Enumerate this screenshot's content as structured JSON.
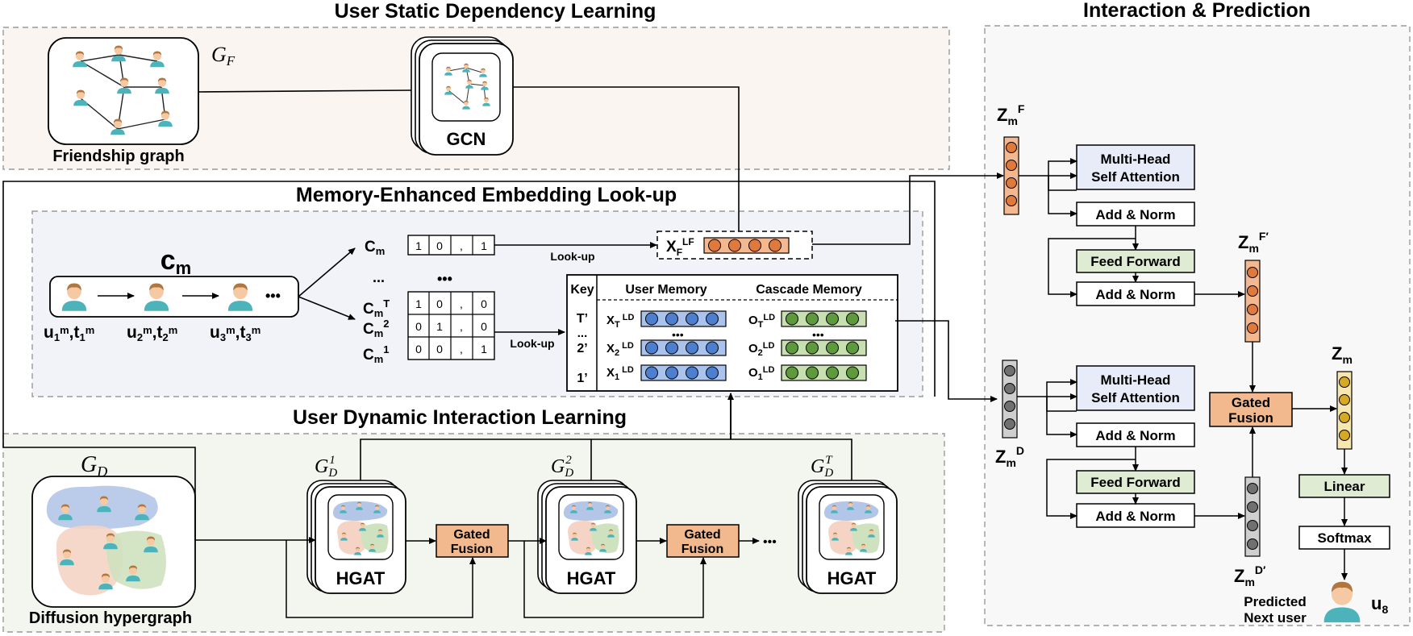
{
  "sections": {
    "static": "User Static Dependency Learning",
    "memory": "Memory-Enhanced Embedding Look-up",
    "dynamic": "User Dynamic Interaction Learning",
    "interaction": "Interaction & Prediction"
  },
  "static_part": {
    "graph_symbol": "G",
    "graph_sub": "F",
    "friendship_label": "Friendship graph",
    "gcn_label": "GCN"
  },
  "memory_part": {
    "cascade_label": "c",
    "cascade_sub": "m",
    "seq_users": [
      {
        "u": "u",
        "usup": "1",
        "usub": "m",
        "t": "t",
        "tsup": "1",
        "tsub": "m"
      },
      {
        "u": "u",
        "usup": "2",
        "usub": "m",
        "t": "t",
        "tsup": "2",
        "tsub": "m"
      },
      {
        "u": "u",
        "usup": "3",
        "usub": "m",
        "t": "t",
        "tsup": "3",
        "tsub": "m"
      }
    ],
    "ellipsis": "•••",
    "dots": "...",
    "dots_row": "•••",
    "c_label": "C",
    "c_sub": "m",
    "c_rows": [
      {
        "sup": "T",
        "cells": [
          "1",
          "0",
          ",",
          "0"
        ]
      },
      {
        "sup": "2",
        "cells": [
          "0",
          "1",
          ",",
          "0"
        ]
      },
      {
        "sup": "1",
        "cells": [
          "0",
          "0",
          ",",
          "1"
        ]
      }
    ],
    "c_top_cells": [
      "1",
      "0",
      ",",
      "1"
    ],
    "lookup": "Look-up",
    "xf_label": "X",
    "xf_sub": "F",
    "xf_sup": "LF",
    "key_header": "Key",
    "user_mem_header": "User Memory",
    "cascade_mem_header": "Cascade Memory",
    "keys": [
      "T’",
      "2’",
      "1’"
    ],
    "key_dots": "...",
    "x_rows": [
      {
        "sub": "T",
        "sup": "LD"
      },
      {
        "sub": "2",
        "sup": "LD"
      },
      {
        "sub": "1",
        "sup": "LD"
      }
    ],
    "o_rows": [
      {
        "sub": "T",
        "sup": "LD"
      },
      {
        "sub": "2",
        "sup": "LD"
      },
      {
        "sub": "1",
        "sup": "LD"
      }
    ],
    "x_label": "X",
    "o_label": "O",
    "mem_dots": "•••"
  },
  "dynamic_part": {
    "graph_symbol": "G",
    "graph_sub": "D",
    "hypergraph_label": "Diffusion hypergraph",
    "hgat_label": "HGAT",
    "hgat_sups": [
      "1",
      "2",
      "T"
    ],
    "gated_fusion_1": "Gated",
    "gated_fusion_2": "Fusion",
    "ellipsis": "•••"
  },
  "interaction_part": {
    "z_label": "Z",
    "z_sub": "m",
    "zf_sup": "F",
    "zfp_sup": "F′",
    "zd_sup": "D",
    "zdp_sup": "D′",
    "mhsa_1": "Multi-Head",
    "mhsa_2": "Self Attention",
    "add_norm": "Add & Norm",
    "feed_forward": "Feed Forward",
    "gated_1": "Gated",
    "gated_2": "Fusion",
    "linear": "Linear",
    "softmax": "Softmax",
    "predicted_1": "Predicted",
    "predicted_2": "Next user",
    "pred_user": "u",
    "pred_user_sub": "8"
  },
  "colors": {
    "static_bg": "#fbf5f1",
    "memory_bg": "#f1f3f9",
    "dynamic_bg": "#f3f6ee",
    "interaction_bg": "#f8f8f8",
    "orange_node": "#e07a3c",
    "orange_bar": "#f3b890",
    "blue_node": "#4d7fd0",
    "blue_bar": "#a9c3ec",
    "green_node": "#5e9a3c",
    "green_bar": "#c7dfb1",
    "gray_node": "#707070",
    "gray_bar": "#cfcfcf",
    "yellow_node": "#d6a823",
    "yellow_bar": "#f6e6b0",
    "gated_fill": "#f2b98f",
    "mhsa_fill": "#e7ecf8",
    "ff_fill": "#dfecd3",
    "linear_fill": "#dfecd3",
    "person_skin": "#f5c9a4",
    "person_hair": "#b0763e",
    "person_body": "#4bb3b9"
  }
}
